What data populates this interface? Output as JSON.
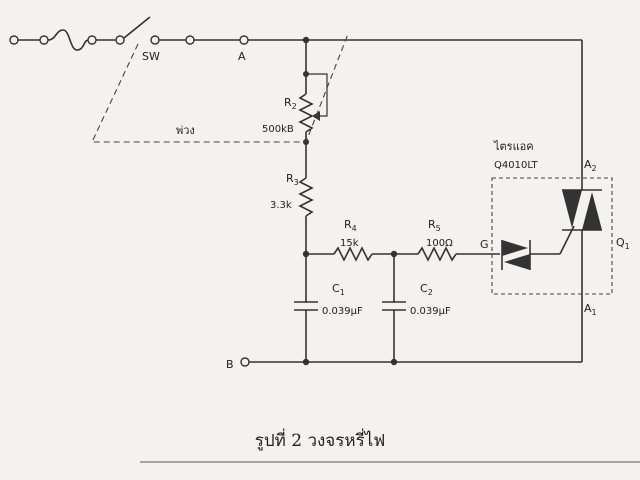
{
  "labels": {
    "switch": "SW",
    "node_a": "A",
    "node_b": "B",
    "sweep": "พ่วง",
    "r2_name": "R",
    "r2_sub": "2",
    "r2_value": "500kB",
    "r3_name": "R",
    "r3_sub": "3",
    "r3_value": "3.3k",
    "r4_name": "R",
    "r4_sub": "4",
    "r4_value": "15k",
    "r5_name": "R",
    "r5_sub": "5",
    "r5_value": "100Ω",
    "c1_name": "C",
    "c1_sub": "1",
    "c1_value": "0.039μF",
    "c2_name": "C",
    "c2_sub": "2",
    "c2_value": "0.039μF",
    "triac_title": "ไตรแอค",
    "triac_part": "Q4010LT",
    "gate": "G",
    "a2_name": "A",
    "a2_sub": "2",
    "a1_name": "A",
    "a1_sub": "1",
    "q1_name": "Q",
    "q1_sub": "1"
  },
  "caption": "รูปที่ 2 วงจรหรี่ไฟ"
}
